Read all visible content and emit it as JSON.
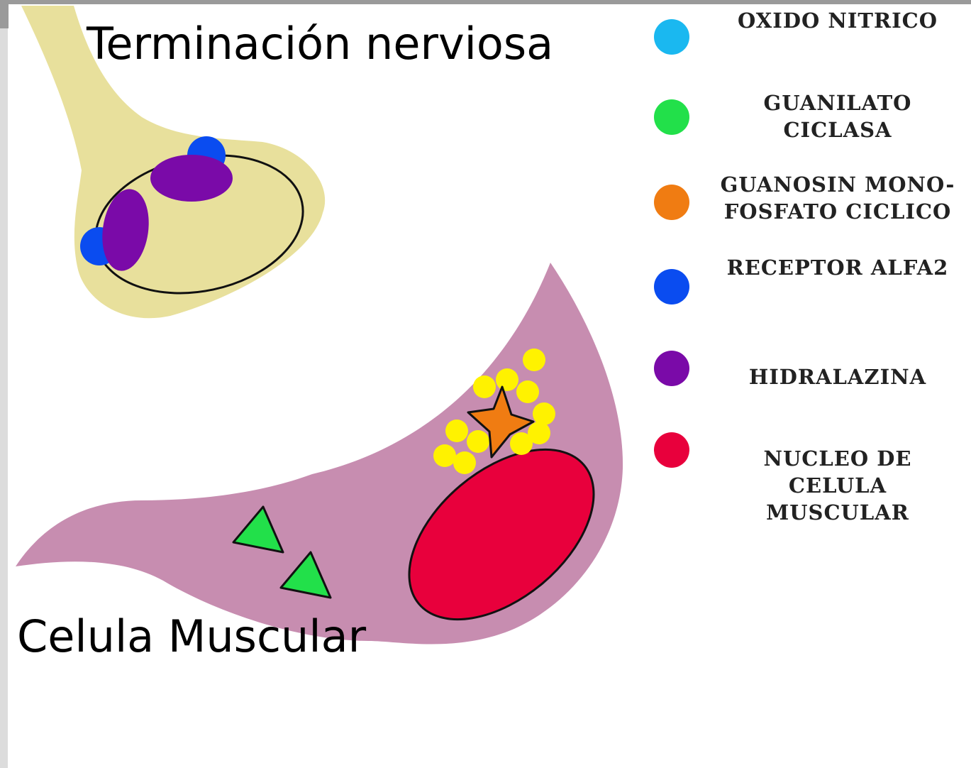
{
  "labels": {
    "nerve_terminal": "Terminación nerviosa",
    "muscle_cell": "Celula Muscular"
  },
  "legend": [
    {
      "lines": [
        "OXIDO NITRICO"
      ],
      "color": "#1ab8f0"
    },
    {
      "lines": [
        "GUANILATO",
        "CICLASA"
      ],
      "color": "#22e04a"
    },
    {
      "lines": [
        "GUANOSIN MONO-",
        "FOSFATO CICLICO"
      ],
      "color": "#f07c12"
    },
    {
      "lines": [
        "RECEPTOR ALFA2"
      ],
      "color": "#0a4cf0"
    },
    {
      "lines": [
        "HIDRALAZINA"
      ],
      "color": "#7a0aa8"
    },
    {
      "lines": [
        "NUCLEO DE",
        "CELULA",
        "MUSCULAR"
      ],
      "color": "#e8003c"
    }
  ],
  "colors": {
    "nerve_fill": "#e8e09c",
    "muscle_fill": "#c78db0",
    "yellow_particle": "#fff200",
    "frame_gray": "#9a9a9a",
    "outline": "#111111"
  }
}
